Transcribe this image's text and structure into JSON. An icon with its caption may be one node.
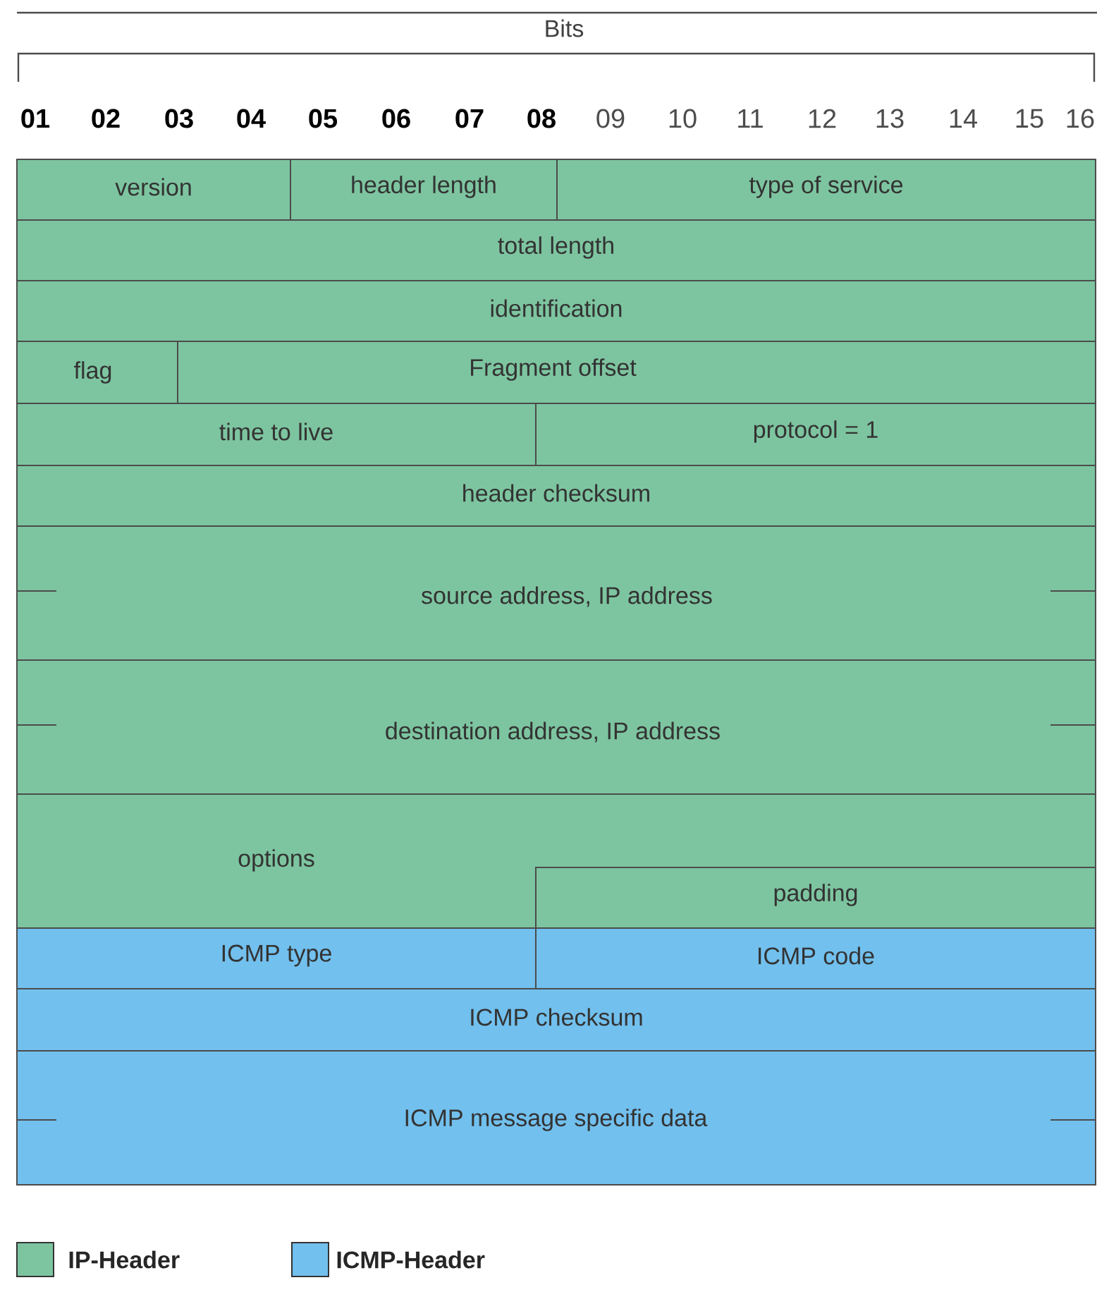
{
  "diagram": {
    "nodes": [
      {
        "text": [
          "version"
        ]
      },
      {
        "text": [
          "header length"
        ]
      },
      {
        "text": [
          "type of service"
        ]
      },
      {
        "text": [
          "total length"
        ]
      },
      {
        "text": [
          "identification"
        ]
      },
      {
        "text": [
          "flag"
        ]
      },
      {
        "text": [
          "Fragment offset"
        ]
      },
      {
        "text": [
          "time to live"
        ]
      },
      {
        "text": [
          "protocol = 1"
        ]
      },
      {
        "text": [
          "header checksum"
        ]
      },
      {
        "text": [
          "source address, IP address"
        ]
      },
      {
        "text": [
          "destination address, IP address"
        ]
      },
      {
        "text": [
          "options"
        ]
      },
      {
        "text": [
          "padding"
        ],
        "in": 12
      },
      {
        "text": [
          "ICMP type"
        ]
      },
      {
        "text": [
          "ICMP code"
        ]
      },
      {
        "text": [
          "ICMP checksum"
        ]
      },
      {
        "text": [
          "ICMP message specific data"
        ]
      }
    ],
    "labels": [
      "Bits",
      "01",
      "02",
      "03",
      "04",
      "05",
      "06",
      "07",
      "08",
      "09",
      "10",
      "11",
      "12",
      "13",
      "14",
      "15",
      "16"
    ],
    "legend": [
      {
        "text": "IP-Header",
        "color": "#7dc5a0"
      },
      {
        "text": "ICMP-Header",
        "color": "#72c0ee"
      }
    ]
  }
}
